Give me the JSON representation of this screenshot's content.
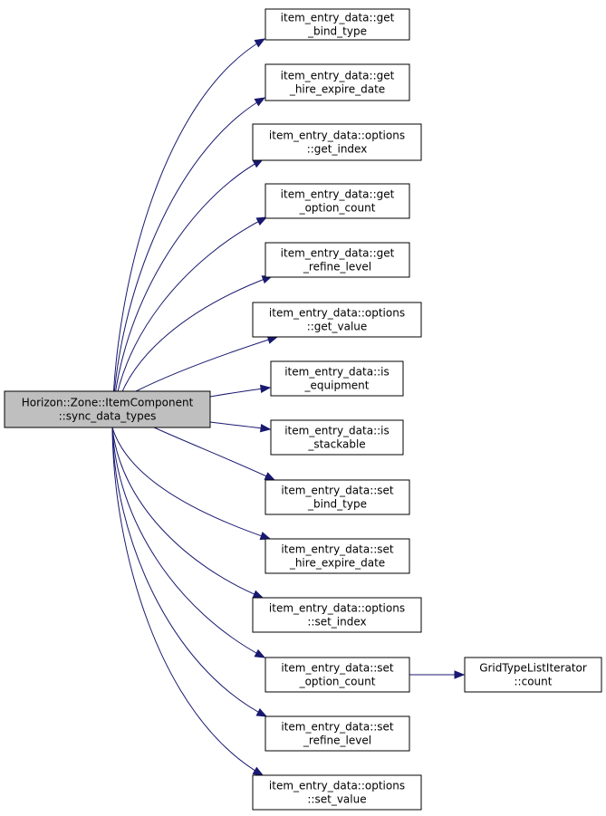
{
  "diagram": {
    "root": {
      "id": "root",
      "lines": [
        "Horizon::Zone::ItemComponent",
        "::sync_data_types"
      ],
      "highlight_color": "#bfbfbf"
    },
    "edge_color": "#191970",
    "nodes": [
      {
        "id": "get_bind_type",
        "lines": [
          "item_entry_data::get",
          "_bind_type"
        ]
      },
      {
        "id": "get_hire_expire_date",
        "lines": [
          "item_entry_data::get",
          "_hire_expire_date"
        ]
      },
      {
        "id": "options_get_index",
        "lines": [
          "item_entry_data::options",
          "::get_index"
        ]
      },
      {
        "id": "get_option_count",
        "lines": [
          "item_entry_data::get",
          "_option_count"
        ]
      },
      {
        "id": "get_refine_level",
        "lines": [
          "item_entry_data::get",
          "_refine_level"
        ]
      },
      {
        "id": "options_get_value",
        "lines": [
          "item_entry_data::options",
          "::get_value"
        ]
      },
      {
        "id": "is_equipment",
        "lines": [
          "item_entry_data::is",
          "_equipment"
        ]
      },
      {
        "id": "is_stackable",
        "lines": [
          "item_entry_data::is",
          "_stackable"
        ]
      },
      {
        "id": "set_bind_type",
        "lines": [
          "item_entry_data::set",
          "_bind_type"
        ]
      },
      {
        "id": "set_hire_expire_date",
        "lines": [
          "item_entry_data::set",
          "_hire_expire_date"
        ]
      },
      {
        "id": "options_set_index",
        "lines": [
          "item_entry_data::options",
          "::set_index"
        ]
      },
      {
        "id": "set_option_count",
        "lines": [
          "item_entry_data::set",
          "_option_count"
        ]
      },
      {
        "id": "set_refine_level",
        "lines": [
          "item_entry_data::set",
          "_refine_level"
        ]
      },
      {
        "id": "options_set_value",
        "lines": [
          "item_entry_data::options",
          "::set_value"
        ]
      },
      {
        "id": "grid_count",
        "lines": [
          "GridTypeListIterator",
          "::count"
        ]
      }
    ],
    "edges": [
      {
        "from": "root",
        "to": "get_bind_type"
      },
      {
        "from": "root",
        "to": "get_hire_expire_date"
      },
      {
        "from": "root",
        "to": "options_get_index"
      },
      {
        "from": "root",
        "to": "get_option_count"
      },
      {
        "from": "root",
        "to": "get_refine_level"
      },
      {
        "from": "root",
        "to": "options_get_value"
      },
      {
        "from": "root",
        "to": "is_equipment"
      },
      {
        "from": "root",
        "to": "is_stackable"
      },
      {
        "from": "root",
        "to": "set_bind_type"
      },
      {
        "from": "root",
        "to": "set_hire_expire_date"
      },
      {
        "from": "root",
        "to": "options_set_index"
      },
      {
        "from": "root",
        "to": "set_option_count"
      },
      {
        "from": "root",
        "to": "set_refine_level"
      },
      {
        "from": "root",
        "to": "options_set_value"
      },
      {
        "from": "set_option_count",
        "to": "grid_count"
      }
    ]
  }
}
